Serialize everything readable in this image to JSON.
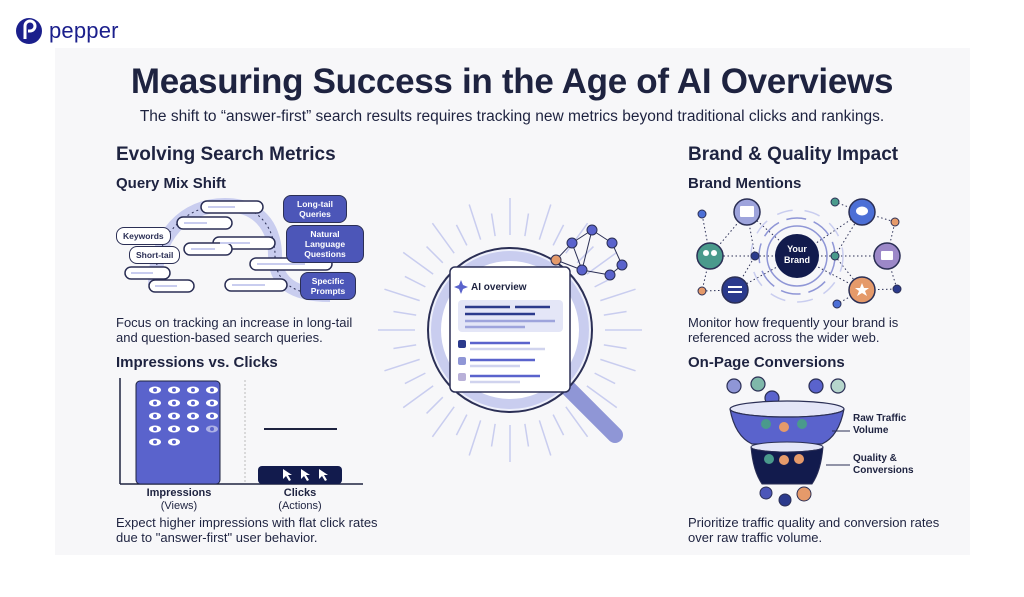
{
  "brand": {
    "name": "pepper",
    "color": "#1b1f8c"
  },
  "title": "Measuring Success in the Age of AI Overviews",
  "subtitle": "The shift to “answer-first” search results requires tracking new metrics beyond traditional clicks and rankings.",
  "left": {
    "heading": "Evolving Search Metrics",
    "query_mix": {
      "heading": "Query Mix Shift",
      "bubbles_old": [
        "Keywords",
        "Short-tail"
      ],
      "bubbles_new": [
        "Long-tail Queries",
        "Natural Language Questions",
        "Specific Prompts"
      ],
      "caption_line1": "Focus on tracking an increase in long-tail",
      "caption_line2": "and question-based search queries."
    },
    "impressions_clicks": {
      "heading": "Impressions vs. Clicks",
      "impressions_label": "Impressions",
      "impressions_sub": "(Views)",
      "clicks_label": "Clicks",
      "clicks_sub": "(Actions)",
      "caption_line1": "Expect higher impressions with flat click rates",
      "caption_line2": "due to \"answer-first\" user behavior."
    }
  },
  "center": {
    "card_title": "AI overview",
    "icon": "magnifier-icon"
  },
  "right": {
    "heading": "Brand & Quality Impact",
    "brand_mentions": {
      "heading": "Brand Mentions",
      "hub_label_line1": "Your",
      "hub_label_line2": "Brand",
      "caption_line1": "Monitor how frequently your brand is",
      "caption_line2": "referenced across the wider web."
    },
    "conversions": {
      "heading": "On-Page Conversions",
      "top_label_line1": "Raw Traffic",
      "top_label_line2": "Volume",
      "bottom_label_line1": "Quality &",
      "bottom_label_line2": "Conversions",
      "caption_line1": "Prioritize traffic quality and conversion rates",
      "caption_line2": "over raw traffic volume."
    }
  },
  "colors": {
    "navy": "#1e2340",
    "indigo": "#4c56b8",
    "lavender": "#c9cdef",
    "teal": "#4a9a8c",
    "orange": "#e59a6a",
    "purple": "#9c88c8"
  }
}
